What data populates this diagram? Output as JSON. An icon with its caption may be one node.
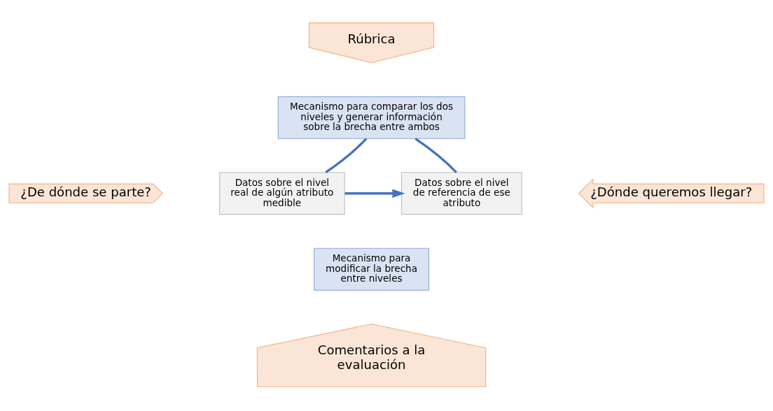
{
  "diagram": {
    "nodes": [
      {
        "text": [
          "Rúbrica"
        ]
      },
      {
        "text": [
          "Mecanismo para comparar los dos niveles y generar información sobre la brecha entre ambos"
        ]
      },
      {
        "text": [
          "¿De dónde se parte?"
        ]
      },
      {
        "text": [
          "Datos sobre el nivel real de algún atributo medible"
        ]
      },
      {
        "text": [
          "Datos sobre el nivel de referencia de ese atributo"
        ]
      },
      {
        "text": [
          "¿Dónde queremos llegar?"
        ]
      },
      {
        "text": [
          "Mecanismo para modificar la brecha entre niveles"
        ]
      },
      {
        "text": [
          "Comentarios a la evaluación"
        ]
      }
    ],
    "edges": [
      {
        "from": 3,
        "to": 1,
        "arrow": "none"
      },
      {
        "from": 4,
        "to": 1,
        "arrow": "none"
      },
      {
        "from": 3,
        "to": 4,
        "arrow": "to"
      }
    ]
  }
}
